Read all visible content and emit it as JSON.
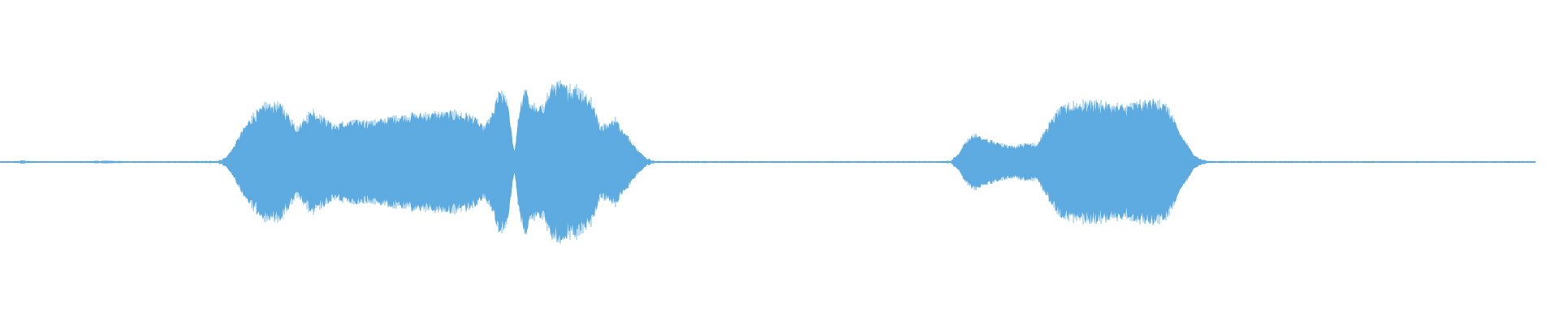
{
  "waveform": {
    "color": "#5DABE1",
    "background": "#FFFFFF",
    "envelope": [
      [
        0.0,
        0.005
      ],
      [
        0.01,
        0.006
      ],
      [
        0.015,
        0.015
      ],
      [
        0.02,
        0.006
      ],
      [
        0.05,
        0.006
      ],
      [
        0.07,
        0.012
      ],
      [
        0.08,
        0.006
      ],
      [
        0.12,
        0.006
      ],
      [
        0.14,
        0.01
      ],
      [
        0.145,
        0.05
      ],
      [
        0.15,
        0.18
      ],
      [
        0.155,
        0.35
      ],
      [
        0.16,
        0.5
      ],
      [
        0.165,
        0.58
      ],
      [
        0.17,
        0.66
      ],
      [
        0.175,
        0.68
      ],
      [
        0.18,
        0.66
      ],
      [
        0.185,
        0.55
      ],
      [
        0.19,
        0.4
      ],
      [
        0.195,
        0.48
      ],
      [
        0.2,
        0.6
      ],
      [
        0.205,
        0.55
      ],
      [
        0.21,
        0.48
      ],
      [
        0.215,
        0.42
      ],
      [
        0.22,
        0.45
      ],
      [
        0.23,
        0.48
      ],
      [
        0.24,
        0.47
      ],
      [
        0.25,
        0.52
      ],
      [
        0.26,
        0.55
      ],
      [
        0.27,
        0.56
      ],
      [
        0.28,
        0.57
      ],
      [
        0.29,
        0.58
      ],
      [
        0.3,
        0.55
      ],
      [
        0.305,
        0.5
      ],
      [
        0.31,
        0.4
      ],
      [
        0.315,
        0.52
      ],
      [
        0.32,
        0.8
      ],
      [
        0.325,
        0.75
      ],
      [
        0.33,
        0.1
      ],
      [
        0.333,
        0.6
      ],
      [
        0.337,
        0.85
      ],
      [
        0.34,
        0.7
      ],
      [
        0.345,
        0.6
      ],
      [
        0.35,
        0.72
      ],
      [
        0.355,
        0.92
      ],
      [
        0.36,
        0.9
      ],
      [
        0.37,
        0.85
      ],
      [
        0.375,
        0.8
      ],
      [
        0.38,
        0.7
      ],
      [
        0.385,
        0.4
      ],
      [
        0.39,
        0.45
      ],
      [
        0.395,
        0.5
      ],
      [
        0.4,
        0.35
      ],
      [
        0.405,
        0.25
      ],
      [
        0.41,
        0.12
      ],
      [
        0.415,
        0.04
      ],
      [
        0.42,
        0.008
      ],
      [
        0.5,
        0.006
      ],
      [
        0.55,
        0.006
      ],
      [
        0.6,
        0.006
      ],
      [
        0.61,
        0.01
      ],
      [
        0.615,
        0.1
      ],
      [
        0.62,
        0.25
      ],
      [
        0.625,
        0.32
      ],
      [
        0.63,
        0.28
      ],
      [
        0.64,
        0.22
      ],
      [
        0.65,
        0.18
      ],
      [
        0.66,
        0.22
      ],
      [
        0.665,
        0.2
      ],
      [
        0.67,
        0.35
      ],
      [
        0.675,
        0.5
      ],
      [
        0.68,
        0.62
      ],
      [
        0.69,
        0.68
      ],
      [
        0.7,
        0.7
      ],
      [
        0.71,
        0.68
      ],
      [
        0.72,
        0.65
      ],
      [
        0.73,
        0.68
      ],
      [
        0.74,
        0.72
      ],
      [
        0.745,
        0.7
      ],
      [
        0.75,
        0.6
      ],
      [
        0.755,
        0.4
      ],
      [
        0.76,
        0.25
      ],
      [
        0.765,
        0.1
      ],
      [
        0.77,
        0.03
      ],
      [
        0.775,
        0.008
      ],
      [
        0.85,
        0.006
      ],
      [
        0.95,
        0.006
      ],
      [
        0.985,
        0.006
      ],
      [
        0.99,
        0.006
      ]
    ],
    "end_fraction": 0.985
  }
}
